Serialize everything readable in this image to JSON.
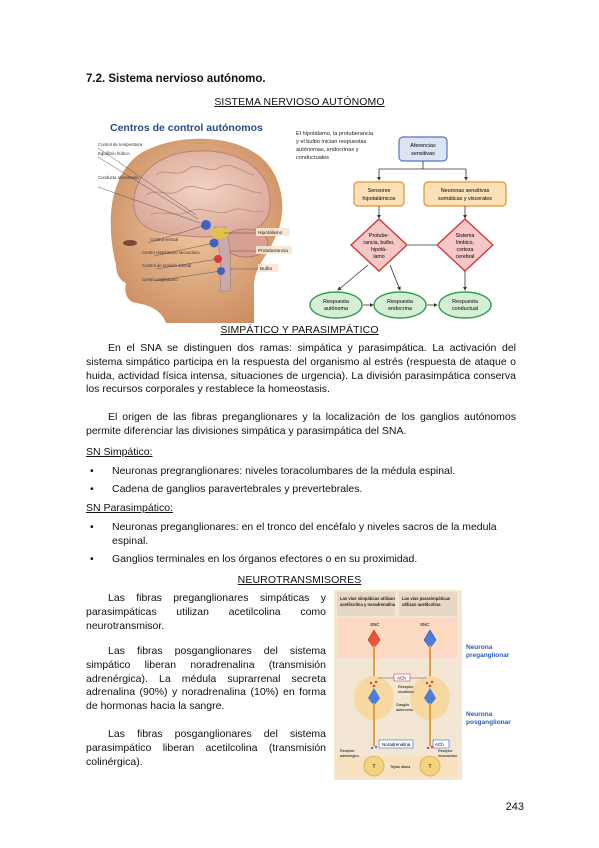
{
  "section_title": "7.2. Sistema nervioso autónomo.",
  "main_title": "SISTEMA NERVIOSO AUTÓNOMO",
  "figure1": {
    "heading": "Centros de control autónomos",
    "left_labels": [
      "Control de temperatura",
      "Equilibrio hídrico",
      "Conducta alimentaria",
      "Control vesical",
      "Centro respiratorio secundario",
      "Control de tensión arterial",
      "Centro respiratorio"
    ],
    "right_labels": [
      "Hipotálamo",
      "Protuberancia",
      "Bulbo"
    ],
    "caption": "El hipotálamo, la protuberancia y el bulbo inician respuestas autónomas, endocrinas y conductuales",
    "flow_top": "Aferencias sensitivas",
    "flow_mid_left": "Sensores hipotalámicos",
    "flow_mid_right": "Neuronas sensitivas somáticas y viscerales",
    "flow_diamond_left": "Protuberancia, bulbo, hipotálamo",
    "flow_diamond_right": "Sistema límbico, corteza cerebral",
    "flow_bottom": [
      "Respuesta autónoma",
      "Respuesta endocrina",
      "Respuesta conductual"
    ]
  },
  "sub_title_1": "SIMPÁTICO Y PARASIMPÁTICO",
  "para_1": "En el SNA se distinguen dos ramas: simpática y parasimpática. La activación del sistema simpático participa en la respuesta del organismo al estrés (respuesta de ataque o huida, actividad física intensa, situaciones de urgencia). La división parasimpática conserva los recursos corporales y restablece la homeostasis.",
  "para_2": "El origen de las fibras preganglionares y la localización de los ganglios autónomos permite diferenciar las divisiones simpática y parasimpática del SNA.",
  "sn_simpatico": {
    "title": "SN Simpático:",
    "items": [
      "Neuronas pregranglionares: niveles toracolumbares de la médula espinal.",
      "Cadena de ganglios paravertebrales y prevertebrales."
    ]
  },
  "sn_parasimpatico": {
    "title": "SN Parasimpático:",
    "items": [
      "Neuronas preganglionares: en el tronco del encéfalo y niveles sacros de la medula espinal.",
      "Ganglios terminales en los órganos efectores o en su proximidad."
    ]
  },
  "sub_title_2": "NEUROTRANSMISORES",
  "para_3": "Las fibras preganglionares simpáticas y parasimpáticas utilizan acetilcolina como neurotransmisor.",
  "para_4": "Las fibras posganglionares del sistema simpático liberan noradrenalina (transmisión adrenérgica). La médula suprarrenal secreta adrenalina (90%) y noradrenalina (10%) en forma de hormonas hacia la sangre.",
  "para_5": "Las fibras posganglionares del sistema parasimpático liberan acetilcolina (transmisión colinérgica).",
  "figure2": {
    "col_left": "Las vías simpáticas utilizan acetilcolina y noradrenalina",
    "col_right": "Las vías parasimpáticas utilizan acetilcolina",
    "snc": "SNC",
    "ach": "ACh",
    "receptor_nic": "Receptor nicotínico",
    "ganglio": "Ganglio autónomo",
    "noradrenalina": "Noradrenalina",
    "receptor_adr": "Receptor adrenérgico",
    "receptor_musc": "Receptor muscarínico",
    "tejido": "Tejido diana",
    "t": "T",
    "label_pre": "Neurona preganglionar",
    "label_pos": "Neurona posganglionar"
  },
  "page_number": "243"
}
